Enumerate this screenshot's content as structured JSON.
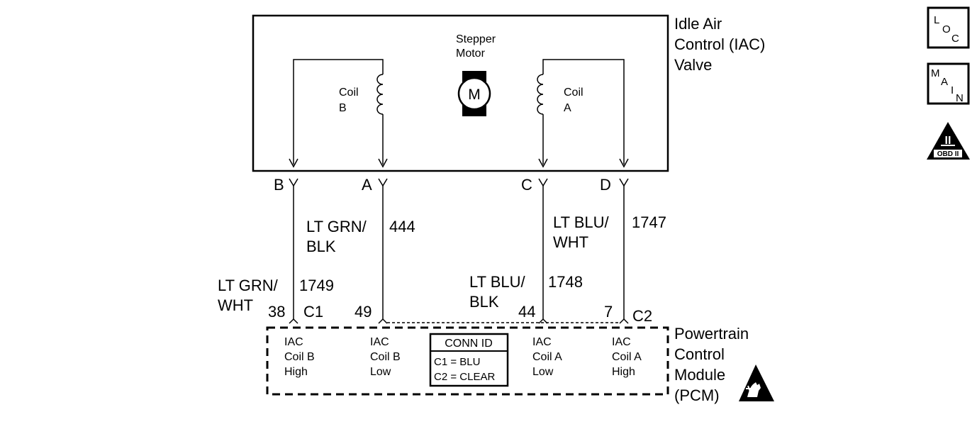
{
  "valve": {
    "title_lines": [
      "Idle Air",
      "Control (IAC)",
      "Valve"
    ],
    "motor_label_lines": [
      "Stepper",
      "Motor"
    ],
    "motor_symbol": "M",
    "coil_b_lines": [
      "Coil",
      "B"
    ],
    "coil_a_lines": [
      "Coil",
      "A"
    ]
  },
  "pins": {
    "b": "B",
    "a": "A",
    "c": "C",
    "d": "D"
  },
  "wires": {
    "w1749": {
      "color_lines": [
        "LT GRN/",
        "WHT"
      ],
      "circuit": "1749"
    },
    "w444": {
      "color_lines": [
        "LT GRN/",
        "BLK"
      ],
      "circuit": "444"
    },
    "w1748": {
      "color_lines": [
        "LT BLU/",
        "BLK"
      ],
      "circuit": "1748"
    },
    "w1747": {
      "color_lines": [
        "LT BLU/",
        "WHT"
      ],
      "circuit": "1747"
    }
  },
  "pcm_pins": {
    "p38": "38",
    "p49": "49",
    "p44": "44",
    "p7": "7",
    "c1": "C1",
    "c2": "C2"
  },
  "pcm": {
    "title_lines": [
      "Powertrain",
      "Control",
      "Module",
      "(PCM)"
    ],
    "terminals": [
      {
        "lines": [
          "IAC",
          "Coil B",
          "High"
        ]
      },
      {
        "lines": [
          "IAC",
          "Coil B",
          "Low"
        ]
      },
      {
        "lines": [
          "IAC",
          "Coil A",
          "Low"
        ]
      },
      {
        "lines": [
          "IAC",
          "Coil A",
          "High"
        ]
      }
    ],
    "conn_id": {
      "title": "CONN ID",
      "line1": "C1 = BLU",
      "line2": "C2 = CLEAR"
    }
  },
  "icons": {
    "loc": [
      "L",
      "O",
      "C"
    ],
    "main": [
      "M",
      "A",
      "I",
      "N"
    ],
    "obd": {
      "numeral": "II",
      "text": "OBD II"
    }
  }
}
